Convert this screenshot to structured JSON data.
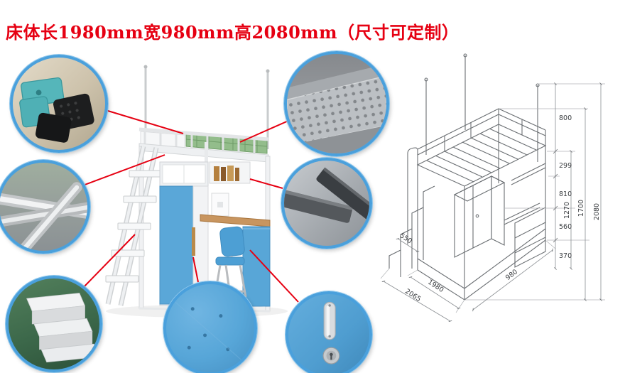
{
  "title": "床体长1980mm宽980mm高2080mm（尺寸可定制）",
  "colors": {
    "accent_red": "#e60012",
    "callout_border_blue": "#4aa0dc",
    "panel_blue": "#5aa7d8",
    "wood": "#c8955f"
  },
  "callouts": [
    {
      "name": "corner-foot-pads-photo"
    },
    {
      "name": "steel-tube-frame-photo"
    },
    {
      "name": "ladder-steps-photo"
    },
    {
      "name": "perforated-bed-panel-photo"
    },
    {
      "name": "beam-bracket-photo"
    },
    {
      "name": "blue-panel-surface-photo"
    },
    {
      "name": "door-handle-and-lock-photo"
    }
  ],
  "drawing": {
    "dims": {
      "d800": "800",
      "d299": "299",
      "d810": "810",
      "d1270": "1270",
      "d1700": "1700",
      "d2080": "2080",
      "d560": "560",
      "d370": "370",
      "d550": "550",
      "d2065": "2065",
      "d1980": "1980",
      "d980": "980"
    }
  }
}
